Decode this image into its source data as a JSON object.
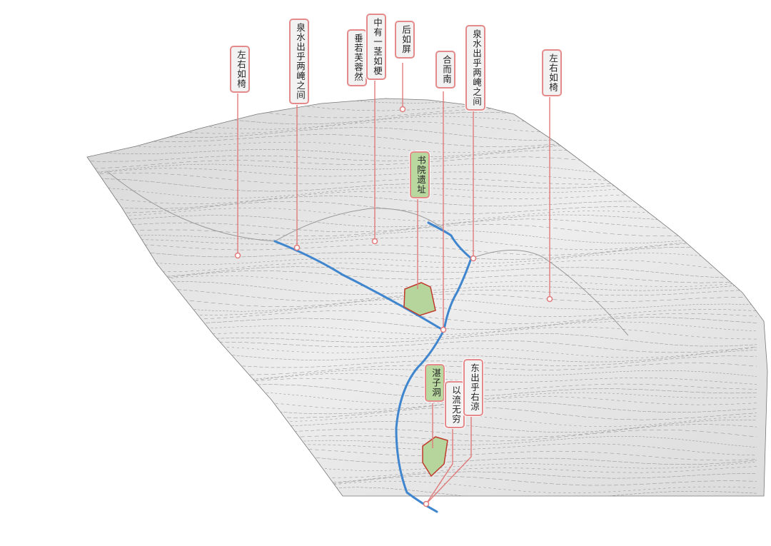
{
  "labels": {
    "left_chair": "左右如椅",
    "spring_left": "泉水出乎两崦之间",
    "lotus": "垂若芙蓉然",
    "stem": "中有一茎如梗",
    "screen": "后如屏",
    "join_south": "合而南",
    "spring_right": "泉水出乎两崦之间",
    "right_chair": "左右如椅",
    "academy_ruins": "书院遗址",
    "zhanzi_cave": "湛子洞",
    "endless_flow": "以流无穷",
    "east_out": "东出乎右涼"
  },
  "colors": {
    "river": "#3f86cf",
    "callout": "#e07a7a",
    "site_fill": "#b6d59c",
    "site_stroke": "#c0392b"
  }
}
